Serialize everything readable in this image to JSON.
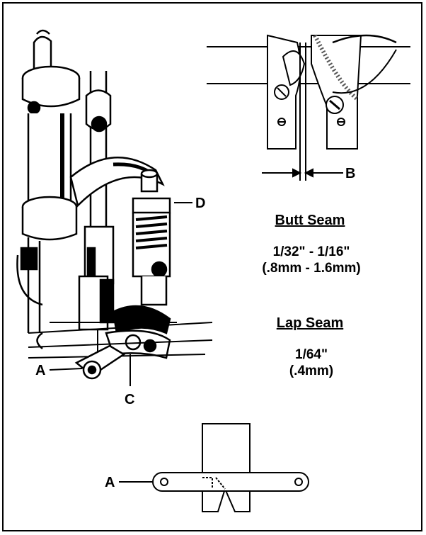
{
  "callouts": {
    "a_top": "A",
    "b": "B",
    "c": "C",
    "d": "D",
    "a_bottom": "A"
  },
  "butt_seam": {
    "heading": "Butt Seam",
    "line1": "1/32\" - 1/16\"",
    "line2": "(.8mm - 1.6mm)"
  },
  "lap_seam": {
    "heading": "Lap Seam",
    "line1": "1/64\"",
    "line2": "(.4mm)"
  }
}
